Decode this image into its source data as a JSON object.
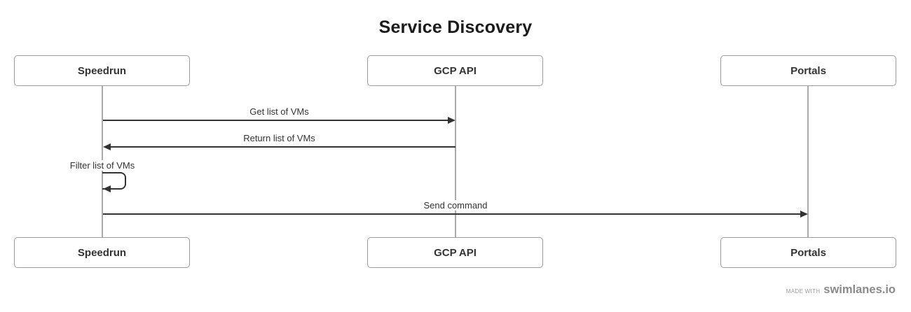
{
  "title": "Service Discovery",
  "actors": [
    {
      "label": "Speedrun"
    },
    {
      "label": "GCP API"
    },
    {
      "label": "Portals"
    }
  ],
  "messages": [
    {
      "label": "Get list of VMs",
      "from": "Speedrun",
      "to": "GCP API",
      "type": "solid-arrow",
      "direction": "right"
    },
    {
      "label": "Return list of VMs",
      "from": "GCP API",
      "to": "Speedrun",
      "type": "solid-arrow",
      "direction": "left"
    },
    {
      "label": "Filter list of VMs",
      "from": "Speedrun",
      "to": "Speedrun",
      "type": "self-message"
    },
    {
      "label": "Send command",
      "from": "Speedrun",
      "to": "Portals",
      "type": "solid-arrow",
      "direction": "right"
    }
  ],
  "footer": {
    "made_with_label": "MADE WITH",
    "brand": "swimlanes.io"
  },
  "colors": {
    "background": "#ffffff",
    "title": "#1b1b1b",
    "text": "#333333",
    "arrow": "#333333",
    "box_border": "#9c9c9c",
    "lifeline": "#ababab",
    "footer": "#8a8a8a"
  }
}
